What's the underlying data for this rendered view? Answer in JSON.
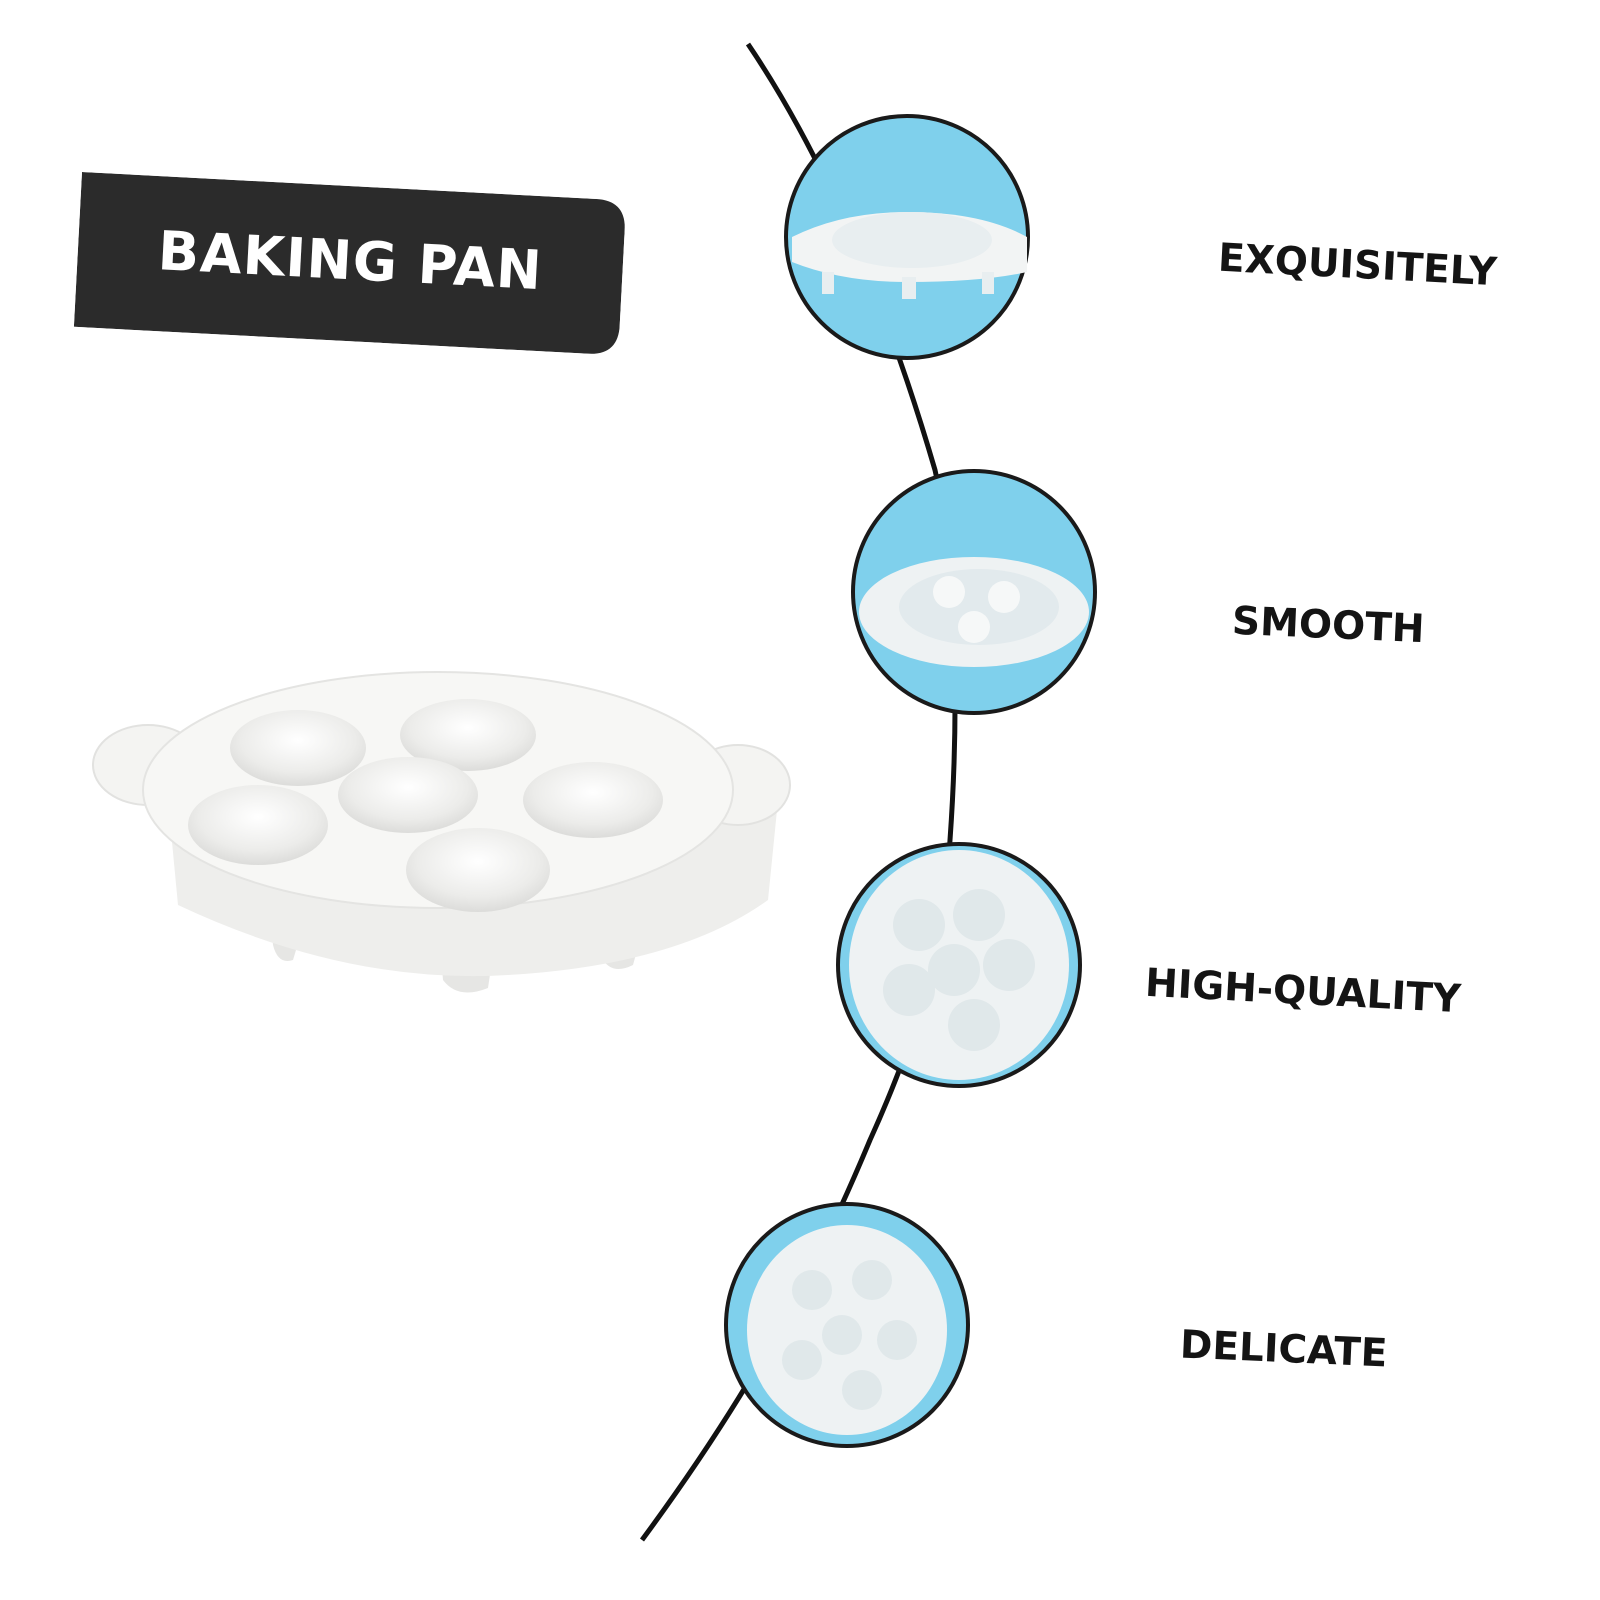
{
  "title": "BAKING PAN",
  "features": [
    {
      "label": "EXQUISITELY",
      "icon": "baking-pan-side-view"
    },
    {
      "label": "SMOOTH",
      "icon": "baking-pan-angled-view"
    },
    {
      "label": "HIGH-QUALITY",
      "icon": "baking-pan-top-view"
    },
    {
      "label": "DELICATE",
      "icon": "baking-pan-low-angle-view"
    }
  ],
  "colors": {
    "banner": "#2b2b2b",
    "circle_fill": "#7fd0ec",
    "circle_border": "#1a1a1a",
    "curve": "#111111",
    "dish": "#f4f4f2",
    "text": "#141414"
  }
}
